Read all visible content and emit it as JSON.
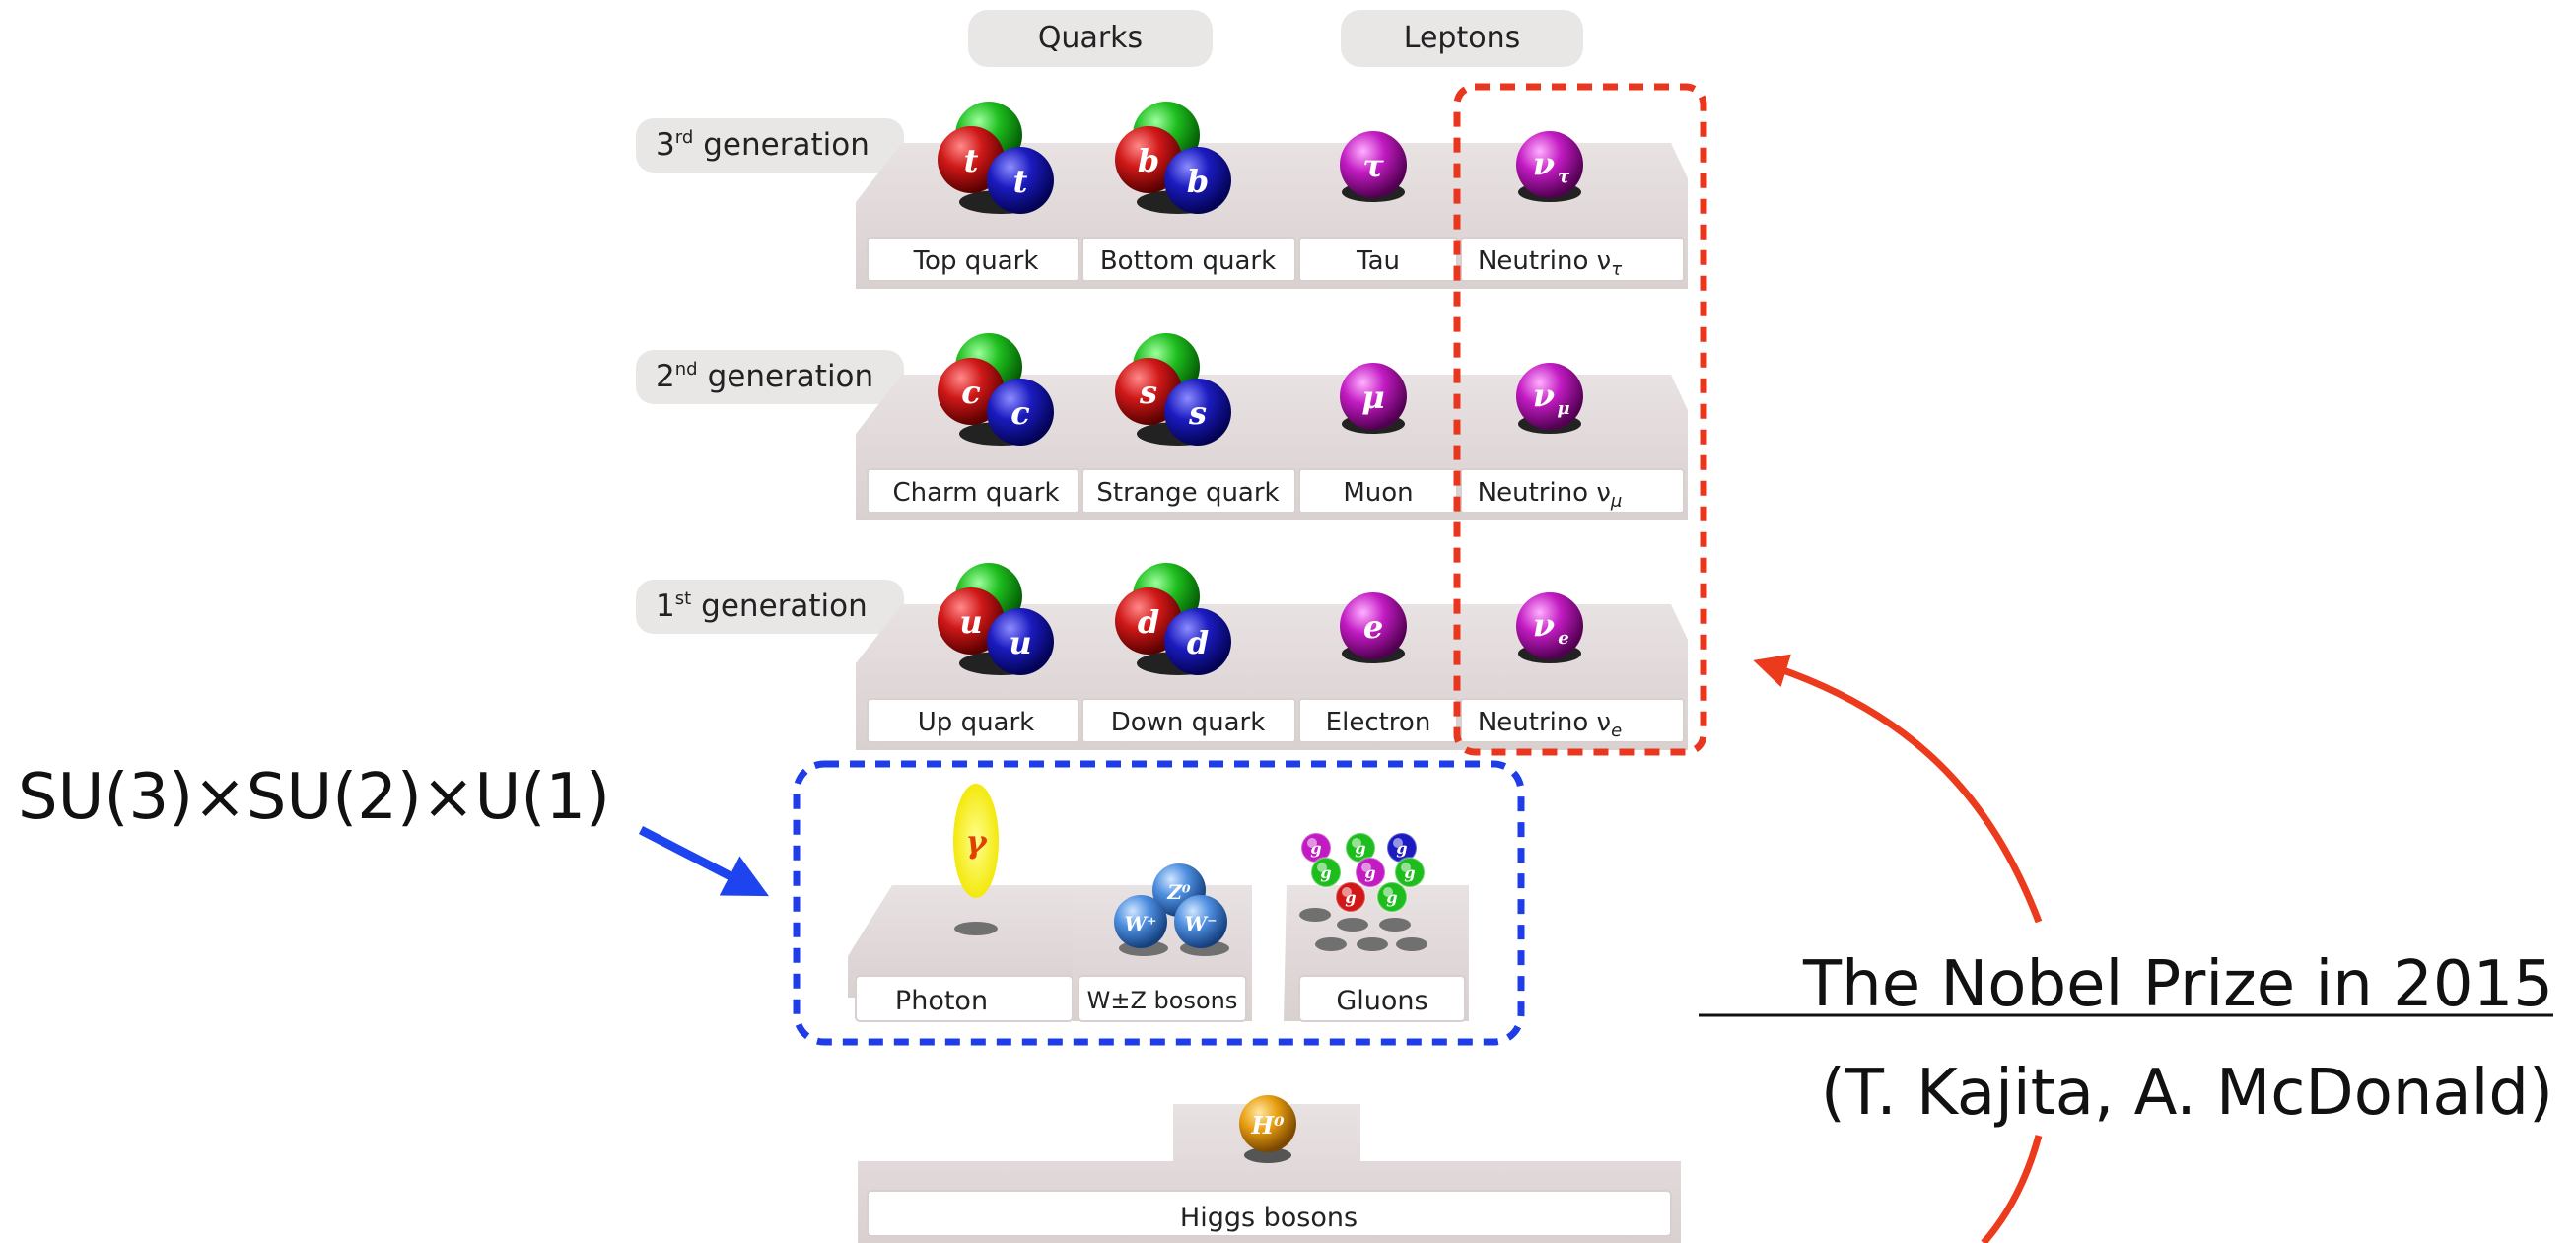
{
  "headers": {
    "quarks": "Quarks",
    "leptons": "Leptons"
  },
  "generations": [
    {
      "label_prefix": "3",
      "label_sup": "rd",
      "label_word": "generation",
      "quark1": {
        "symbol": "t",
        "name": "Top quark"
      },
      "quark2": {
        "symbol": "b",
        "name": "Bottom quark"
      },
      "lepton": {
        "symbol": "τ",
        "name": "Tau"
      },
      "neutrino": {
        "symbol": "ν",
        "sub": "τ",
        "name": "Neutrino ν",
        "name_sub": "τ"
      }
    },
    {
      "label_prefix": "2",
      "label_sup": "nd",
      "label_word": "generation",
      "quark1": {
        "symbol": "c",
        "name": "Charm quark"
      },
      "quark2": {
        "symbol": "s",
        "name": "Strange quark"
      },
      "lepton": {
        "symbol": "μ",
        "name": "Muon"
      },
      "neutrino": {
        "symbol": "ν",
        "sub": "μ",
        "name": "Neutrino ν",
        "name_sub": "μ"
      }
    },
    {
      "label_prefix": "1",
      "label_sup": "st",
      "label_word": "generation",
      "quark1": {
        "symbol": "u",
        "name": "Up quark"
      },
      "quark2": {
        "symbol": "d",
        "name": "Down quark"
      },
      "lepton": {
        "symbol": "e",
        "name": "Electron"
      },
      "neutrino": {
        "symbol": "ν",
        "sub": "e",
        "name": "Neutrino ν",
        "name_sub": "e"
      }
    }
  ],
  "bosons": {
    "photon": {
      "symbol": "γ",
      "name": "Photon"
    },
    "weak": {
      "name": "W±Z bosons",
      "w_plus": "W⁺",
      "w_minus": "W⁻",
      "z": "Z⁰"
    },
    "gluons": {
      "symbol": "g",
      "name": "Gluons"
    },
    "higgs": {
      "symbol": "H⁰",
      "name": "Higgs bosons"
    }
  },
  "annotations": {
    "gauge_group": "SU(3)×SU(2)×U(1)",
    "nobel_title": "The Nobel Prize in 2015",
    "nobel_names": "(T. Kajita, A. McDonald)"
  },
  "colors": {
    "red_dashes": "#e8361f",
    "blue_dashes": "#1e3de8",
    "arrow_blue": "#1e44f0",
    "arrow_red": "#ec3a1c",
    "platform": "#e4dcdc",
    "pill": "#e9e6e6"
  }
}
